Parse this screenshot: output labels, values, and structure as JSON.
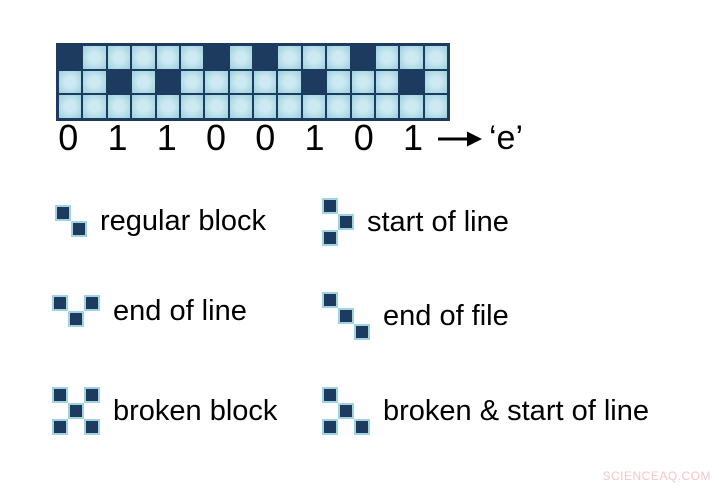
{
  "colors": {
    "dark_block": "#1c3b5f",
    "light_block_edge": "#a0d2e0",
    "light_block_center": "#cdeaf2",
    "watermark": "#f2c8c4"
  },
  "encoding_grid": {
    "columns": 16,
    "rows": [
      [
        1,
        0,
        0,
        0,
        0,
        0,
        1,
        0,
        1,
        0,
        0,
        0,
        1,
        0,
        0,
        0
      ],
      [
        0,
        0,
        1,
        0,
        1,
        0,
        0,
        0,
        0,
        0,
        1,
        0,
        0,
        0,
        1,
        0
      ],
      [
        0,
        0,
        0,
        0,
        0,
        0,
        0,
        0,
        0,
        0,
        0,
        0,
        0,
        0,
        0,
        0
      ]
    ]
  },
  "bits": {
    "values": [
      "0",
      "1",
      "1",
      "0",
      "0",
      "1",
      "0",
      "1"
    ],
    "result_label": "‘e’"
  },
  "legend": {
    "items": [
      {
        "label": "regular block",
        "cols": 2,
        "rows": 2,
        "pattern": [
          [
            0,
            0
          ],
          [
            1,
            1
          ]
        ]
      },
      {
        "label": "start of line",
        "cols": 2,
        "rows": 3,
        "pattern": [
          [
            0,
            0
          ],
          [
            1,
            1
          ],
          [
            2,
            0
          ]
        ]
      },
      {
        "label": "end of line",
        "cols": 3,
        "rows": 2,
        "pattern": [
          [
            0,
            0
          ],
          [
            0,
            2
          ],
          [
            1,
            1
          ]
        ]
      },
      {
        "label": "end of file",
        "cols": 3,
        "rows": 3,
        "pattern": [
          [
            0,
            0
          ],
          [
            1,
            1
          ],
          [
            2,
            2
          ]
        ]
      },
      {
        "label": "broken block",
        "cols": 3,
        "rows": 3,
        "pattern": [
          [
            0,
            0
          ],
          [
            0,
            2
          ],
          [
            1,
            1
          ],
          [
            2,
            0
          ],
          [
            2,
            2
          ]
        ]
      },
      {
        "label": "broken & start of line",
        "cols": 3,
        "rows": 3,
        "pattern": [
          [
            0,
            0
          ],
          [
            1,
            1
          ],
          [
            2,
            0
          ],
          [
            2,
            2
          ]
        ]
      }
    ]
  },
  "watermark": "SCIENCEAQ.COM"
}
